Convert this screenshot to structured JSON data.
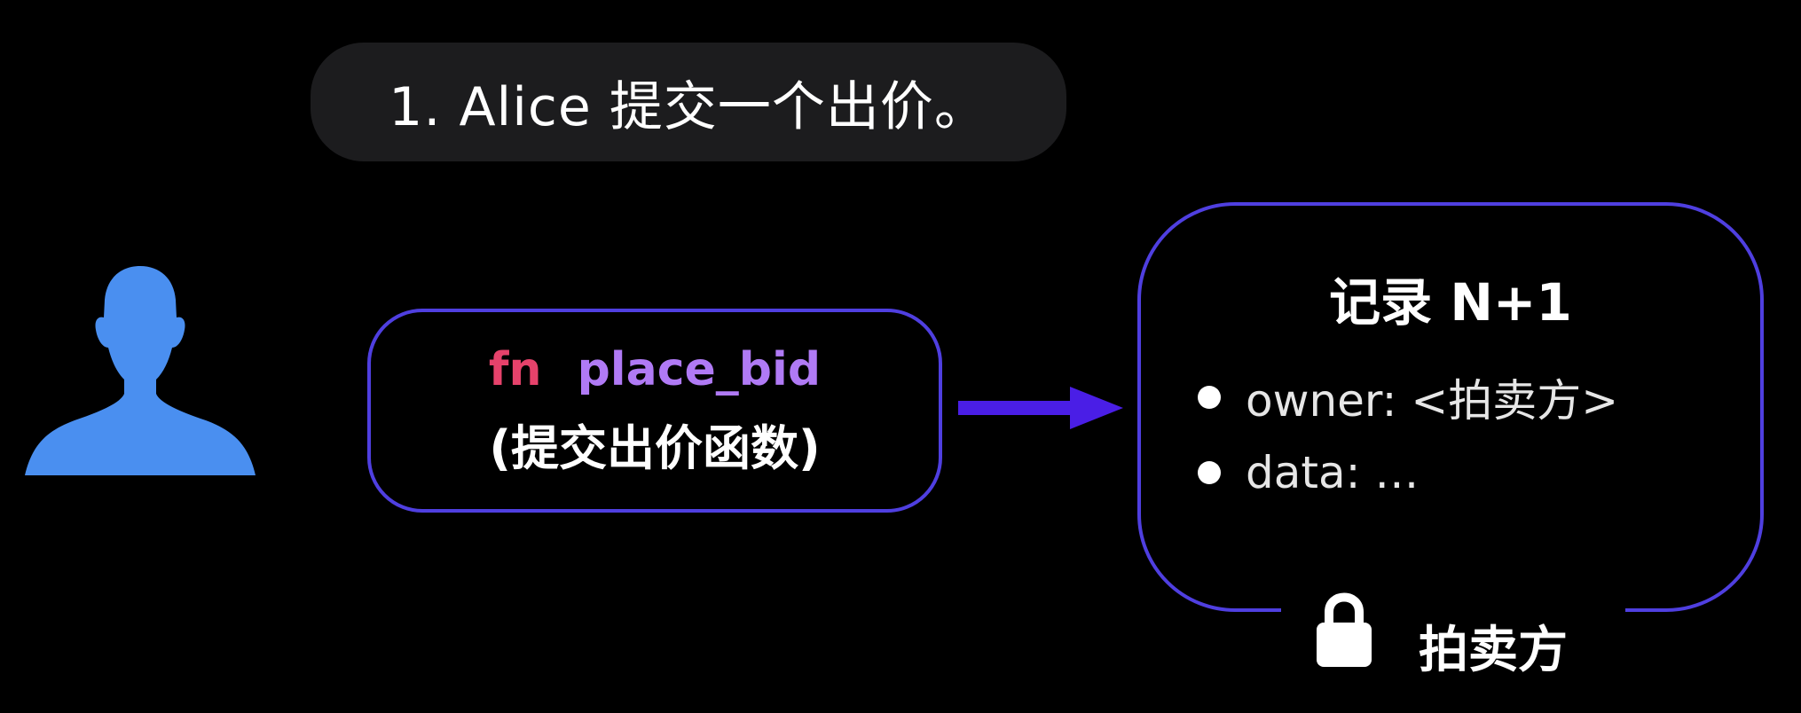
{
  "caption": {
    "text": "1. Alice 提交一个出价。"
  },
  "user": {
    "icon": "user-silhouette-icon",
    "color": "#4a8ff0"
  },
  "function_box": {
    "keyword": "fn",
    "name": "place_bid",
    "description": "(提交出价函数)",
    "border_color": "#4f3fe0",
    "keyword_color": "#e6426b",
    "name_color": "#b07af5"
  },
  "arrow": {
    "icon": "right-arrow-icon",
    "color": "#4a1ee6"
  },
  "record": {
    "title": "记录 N+1",
    "fields": [
      {
        "label": "owner: <拍卖方>"
      },
      {
        "label": "data: …"
      }
    ],
    "border_color": "#4f3fe0"
  },
  "owner_tag": {
    "icon": "lock-icon",
    "label": "拍卖方"
  }
}
